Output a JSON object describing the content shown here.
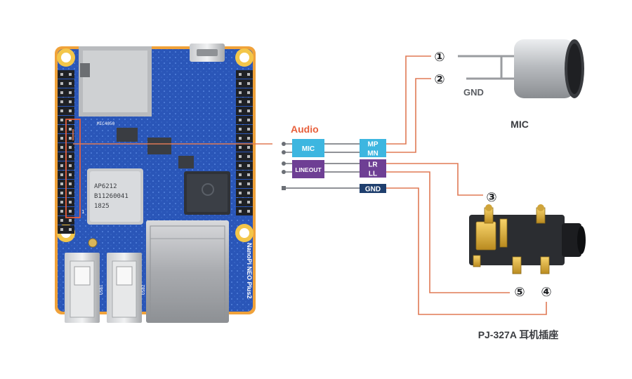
{
  "board": {
    "side_text": "NanoPi NEO Plus2",
    "chip_lines": [
      "AP6212",
      "B11260041",
      "1825"
    ],
    "usb_labels": [
      "USB1",
      "USB2"
    ],
    "pcb_label": "MIC4050",
    "pin_label": "1"
  },
  "section_title": "Audio",
  "groups": {
    "mic": "MIC",
    "lineout": "LINEOUT"
  },
  "pins": {
    "mp": "MP",
    "mn": "MN",
    "lr": "LR",
    "ll": "LL",
    "gnd": "GND"
  },
  "mic": {
    "gnd_label": "GND",
    "caption": "MIC",
    "marker_1": "①",
    "marker_2": "②"
  },
  "jack": {
    "marker_3": "③",
    "marker_4": "④",
    "marker_5": "⑤",
    "caption": "PJ-327A 耳机插座"
  },
  "colors": {
    "pcb": "#2a56b8",
    "pcb_edge": "#f0a23a",
    "mic_block": "#3db6e0",
    "lineout_block": "#6e3f94",
    "gnd_block": "#1f3f6e",
    "audio_title": "#e8603c",
    "wire": "#e07a55"
  }
}
